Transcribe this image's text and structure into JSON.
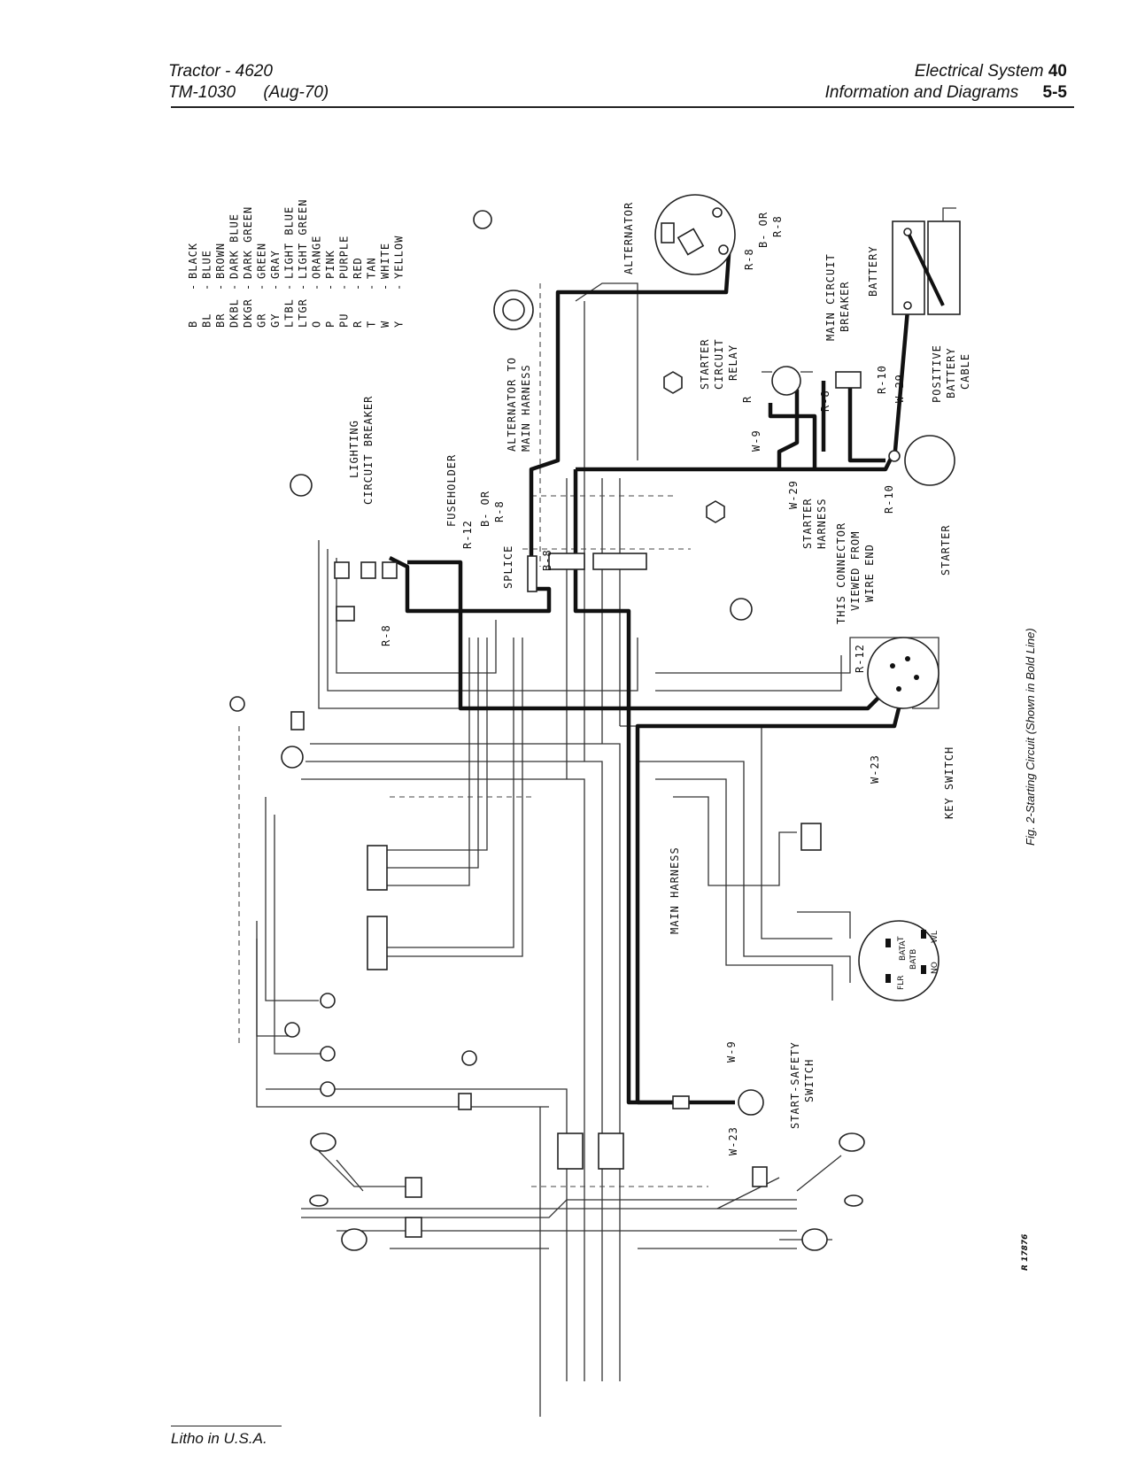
{
  "header": {
    "model": "Tractor - 4620",
    "manual": "TM-1030",
    "date": "(Aug-70)",
    "section": "Electrical System",
    "section_number": "40",
    "subsection": "Information and Diagrams",
    "page": "5-5"
  },
  "legend": [
    {
      "code": "B",
      "color": "BLACK"
    },
    {
      "code": "BL",
      "color": "BLUE"
    },
    {
      "code": "BR",
      "color": "BROWN"
    },
    {
      "code": "DKBL",
      "color": "DARK BLUE"
    },
    {
      "code": "DKGR",
      "color": "DARK GREEN"
    },
    {
      "code": "GR",
      "color": "GREEN"
    },
    {
      "code": "GY",
      "color": "GRAY"
    },
    {
      "code": "LTBL",
      "color": "LIGHT BLUE"
    },
    {
      "code": "LTGR",
      "color": "LIGHT GREEN"
    },
    {
      "code": "O",
      "color": "ORANGE"
    },
    {
      "code": "P",
      "color": "PINK"
    },
    {
      "code": "PU",
      "color": "PURPLE"
    },
    {
      "code": "R",
      "color": "RED"
    },
    {
      "code": "T",
      "color": "TAN"
    },
    {
      "code": "W",
      "color": "WHITE"
    },
    {
      "code": "Y",
      "color": "YELLOW"
    }
  ],
  "labels": {
    "alternator": "ALTERNATOR",
    "battery": "BATTERY",
    "main_circuit_breaker": "MAIN CIRCUIT",
    "main_circuit_breaker2": "BREAKER",
    "starter_relay1": "STARTER",
    "starter_relay2": "CIRCUIT",
    "starter_relay3": "RELAY",
    "positive_cable1": "POSITIVE",
    "positive_cable2": "BATTERY",
    "positive_cable3": "CABLE",
    "alt_to_main1": "ALTERNATOR TO",
    "alt_to_main2": "MAIN HARNESS",
    "lighting_cb1": "LIGHTING",
    "lighting_cb2": "CIRCUIT BREAKER",
    "fuseholder": "FUSEHOLDER",
    "splice": "SPLICE",
    "starter_harness1": "STARTER",
    "starter_harness2": "HARNESS",
    "connector1": "THIS CONNECTOR",
    "connector2": "VIEWED FROM",
    "connector3": "WIRE END",
    "starter": "STARTER",
    "key_switch": "KEY SWITCH",
    "main_harness": "MAIN HARNESS",
    "safety1": "START-SAFETY",
    "safety2": "SWITCH"
  },
  "wire_tags": {
    "r8_alt": "R-8",
    "b_or_alt": "B- OR",
    "r8_alt2": "R-8",
    "r10_cb": "R-10",
    "w29_cb": "W-29",
    "r_relay": "R",
    "r8_relay": "R-8",
    "w9_relay": "W-9",
    "w29_harness": "W-29",
    "r10_starter": "R-10",
    "r12_fuse": "R-12",
    "b_or_fuse": "B- OR",
    "r8_fuse": "R-8",
    "b8_splice": "B-8",
    "r8_lcb": "R-8",
    "r12_key": "R-12",
    "w23_key": "W-23",
    "w9_safety": "W-9",
    "w23_safety": "W-23"
  },
  "switch_pins": {
    "flr": "FLR",
    "bata": "BATA",
    "batb": "BATB",
    "wl": "WL",
    "no": "NO",
    "t": "T"
  },
  "caption": "Fig. 2-Starting Circuit (Shown in Bold Line)",
  "side_code": "R 17876",
  "footer": "Litho in U.S.A."
}
